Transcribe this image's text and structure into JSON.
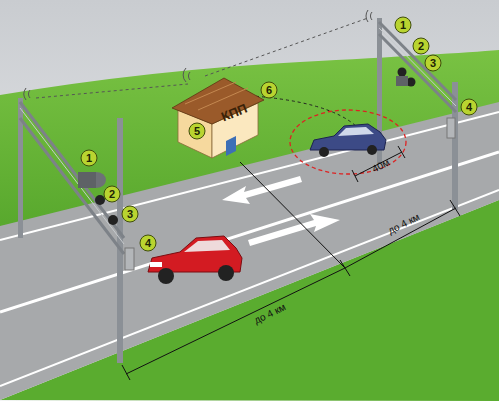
{
  "diagram": {
    "nodes": [
      {
        "text": [
          "КПП"
        ]
      }
    ],
    "labels": [
      "1",
      "2",
      "3",
      "4",
      "6",
      "5",
      "1",
      "2",
      "3",
      "4",
      "40м",
      "до 4 км",
      "до 4 км"
    ]
  }
}
